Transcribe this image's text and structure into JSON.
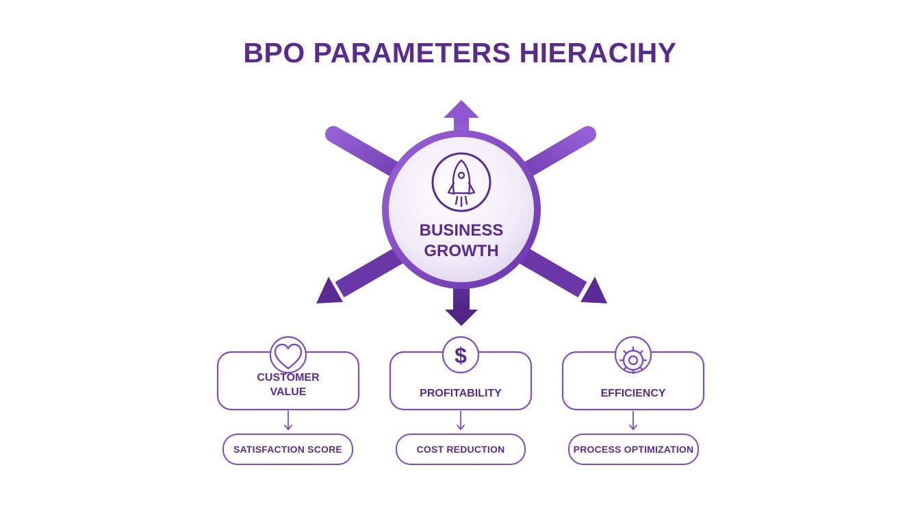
{
  "title": "BPO PARAMETERS HIERACIHY",
  "center": {
    "line1": "BUSINESS",
    "line2": "GROWTH",
    "icon": "rocket-icon"
  },
  "pillars": [
    {
      "line1": "CUSTOMER",
      "line2": "VALUE",
      "icon": "heart-icon",
      "metric": "SATISFACTION SCORE"
    },
    {
      "line1": "PROFITABILITY",
      "line2": "",
      "icon": "dollar-icon",
      "metric": "COST REDUCTION"
    },
    {
      "line1": "EFFICIENCY",
      "line2": "",
      "icon": "gear-icon",
      "metric": "PROCESS OPTIMIZATION"
    }
  ],
  "colors": {
    "primary": "#5b2a8f",
    "accent": "#8e5bd1",
    "outline": "#7f4bbd"
  }
}
